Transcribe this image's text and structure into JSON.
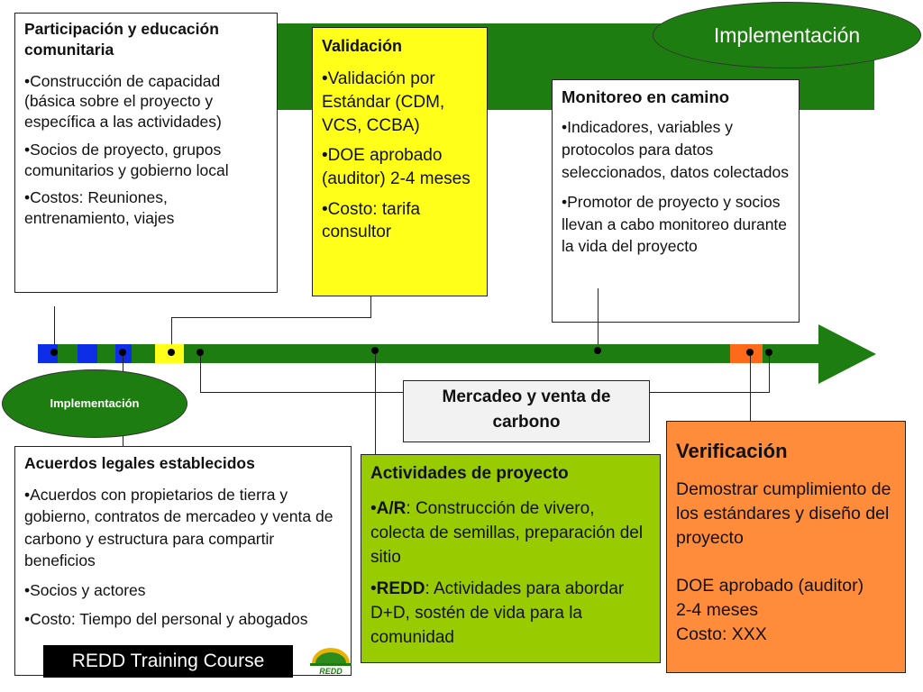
{
  "implementation_top": "Implementación",
  "implementation_small": "Implementación",
  "participacion": {
    "title": "Participación y educación  comunitaria",
    "items": [
      "•Construcción de capacidad (básica sobre el proyecto y específica a las actividades)",
      "•Socios de proyecto, grupos comunitarios y gobierno local",
      "•Costos: Reuniones, entrenamiento, viajes"
    ]
  },
  "validacion": {
    "title": "Validación",
    "items": [
      "•Validación por Estándar (CDM, VCS, CCBA)",
      "•DOE aprobado (auditor) 2-4 meses",
      "•Costo: tarifa consultor"
    ]
  },
  "monitoreo": {
    "title": "Monitoreo en camino",
    "items": [
      "•Indicadores, variables y protocolos para datos seleccionados, datos colectados",
      "•Promotor de proyecto y socios llevan a cabo monitoreo durante la vida del proyecto"
    ]
  },
  "mercadeo": "Mercadeo y venta de carbono",
  "verificacion": {
    "title": "Verificación",
    "lines": [
      "Demostrar cumplimiento de los estándares y diseño del proyecto",
      "DOE aprobado (auditor)",
      "2-4 meses",
      "Costo: XXX"
    ]
  },
  "acuerdos": {
    "title": "Acuerdos legales establecidos",
    "items": [
      "•Acuerdos con propietarios de tierra y gobierno, contratos de mercadeo y venta de carbono y estructura para compartir beneficios",
      "•Socios y actores",
      "•Costo: Tiempo del personal y abogados"
    ]
  },
  "actividades": {
    "title": "Actividades de proyecto",
    "items": [
      {
        "bold": "A/R",
        "text": ": Construcción de vivero, colecta de semillas, preparación del sitio"
      },
      {
        "bold": "REDD",
        "text": ": Actividades para abordar D+D, sostén de vida para la comunidad"
      }
    ]
  },
  "footer_banner": "REDD Training Course",
  "logo_text": "REDD",
  "colors": {
    "green": "#1e7d10",
    "validation_yellow": "#ffff1a",
    "activities_green": "#99cc00",
    "verification_orange": "#ff8c3a",
    "blue": "#0d2ee6"
  }
}
